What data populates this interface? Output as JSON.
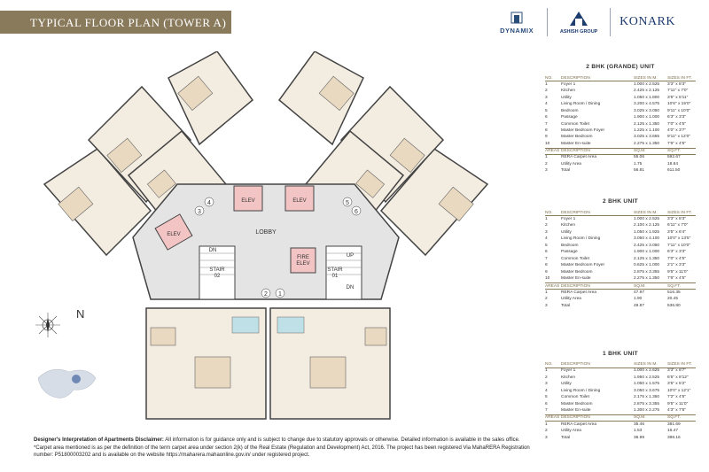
{
  "title": "TYPICAL FLOOR PLAN (TOWER A)",
  "logos": {
    "dynamix": "DYNAMIX",
    "ashish": "ASHISH GROUP",
    "konark": "KONARK"
  },
  "plan": {
    "lobby": "LOBBY",
    "elev": "ELEV",
    "fire_elev_1": "FIRE",
    "fire_elev_2": "ELEV",
    "stair_02_1": "STAIR",
    "stair_02_2": "02",
    "stair_01_1": "STAIR",
    "stair_01_2": "01",
    "dn": "DN",
    "up": "UP",
    "units": [
      "1",
      "2",
      "3",
      "4",
      "5",
      "6"
    ],
    "compass": "N"
  },
  "col_headers": {
    "no": "NO.",
    "desc": "DESCRIPTION",
    "sm": "SIZES IN M.",
    "sf": "SIZES IN FT.",
    "areas": "AREAS",
    "sqm": "SQ.M.",
    "sqft": "SQ.FT."
  },
  "units": [
    {
      "title": "2 BHK (GRANDE) UNIT",
      "rooms": [
        [
          "1",
          "Foyer 1",
          "1.000 x 2.525",
          "3'3\" x 8'3\""
        ],
        [
          "2",
          "Kitchen",
          "2.425 x 2.125",
          "7'11\" x 7'0\""
        ],
        [
          "3",
          "Utility",
          "1.050 x 1.800",
          "3'5\" x 5'11\""
        ],
        [
          "4",
          "Living Room / Dining",
          "3.200 x 4.575",
          "10'6\" x 15'0\""
        ],
        [
          "5",
          "Bedroom",
          "3.025 x 3.050",
          "9'11\" x 10'0\""
        ],
        [
          "6",
          "Passage",
          "1.900 x 1.000",
          "6'3\" x 3'3\""
        ],
        [
          "7",
          "Common Toilet",
          "2.125 x 1.350",
          "7'0\" x 4'5\""
        ],
        [
          "8",
          "Master Bedroom Foyer",
          "1.225 x 1.100",
          "4'0\" x 3'7\""
        ],
        [
          "9",
          "Master Bedroom",
          "3.025 x 3.655",
          "9'11\" x 12'0\""
        ],
        [
          "10",
          "Master En-suite",
          "2.275 x 1.350",
          "7'6\" x 4'5\""
        ]
      ],
      "areas": [
        [
          "1",
          "RERA Carpet Area",
          "55.06",
          "592.67"
        ],
        [
          "2",
          "Utility Area",
          "1.75",
          "18.84"
        ],
        [
          "3",
          "Total",
          "56.81",
          "611.50"
        ]
      ]
    },
    {
      "title": "2 BHK UNIT",
      "rooms": [
        [
          "1",
          "Foyer 1",
          "1.000 x 2.525",
          "3'3\" x 8'3\""
        ],
        [
          "2",
          "Kitchen",
          "2.100 x 2.125",
          "6'11\" x 7'0\""
        ],
        [
          "3",
          "Utility",
          "1.050 x 1.925",
          "3'5\" x 6'4\""
        ],
        [
          "4",
          "Living Room / Dining",
          "3.050 x 4.100",
          "10'0\" x 13'5\""
        ],
        [
          "5",
          "Bedroom",
          "2.425 x 3.050",
          "7'11\" x 10'0\""
        ],
        [
          "6",
          "Passage",
          "1.900 x 1.000",
          "6'3\" x 3'3\""
        ],
        [
          "7",
          "Common Toilet",
          "2.125 x 1.350",
          "7'0\" x 4'5\""
        ],
        [
          "8",
          "Master Bedroom Foyer",
          "0.625 x 1.000",
          "2'1\" x 3'3\""
        ],
        [
          "9",
          "Master Bedroom",
          "2.875 x 3.355",
          "9'5\" x 11'0\""
        ],
        [
          "10",
          "Master En-suite",
          "2.275 x 1.350",
          "7'6\" x 4'5\""
        ]
      ],
      "areas": [
        [
          "1",
          "RERA Carpet Area",
          "47.97",
          "516.35"
        ],
        [
          "2",
          "Utility Area",
          "1.90",
          "20.45"
        ],
        [
          "3",
          "Total",
          "49.87",
          "536.80"
        ]
      ]
    },
    {
      "title": "1 BHK UNIT",
      "rooms": [
        [
          "1",
          "Foyer 1",
          "1.000 x 2.625",
          "3'3\" x 8'7\""
        ],
        [
          "2",
          "Kitchen",
          "1.950 x 2.525",
          "6'5\" x 8'12\""
        ],
        [
          "3",
          "Utility",
          "1.050 x 1.575",
          "3'5\" x 5'2\""
        ],
        [
          "4",
          "Living Room / Dining",
          "3.050 x 3.675",
          "10'0\" x 12'1\""
        ],
        [
          "5",
          "Common Toilet",
          "2.175 x 1.350",
          "7'2\" x 4'5\""
        ],
        [
          "6",
          "Master Bedroom",
          "2.875 x 3.355",
          "9'5\" x 11'0\""
        ],
        [
          "7",
          "Master En-suite",
          "1.300 x 2.275",
          "4'3\" x 7'6\""
        ]
      ],
      "areas": [
        [
          "1",
          "RERA Carpet Area",
          "35.46",
          "381.69"
        ],
        [
          "2",
          "Utility Area",
          "1.53",
          "16.47"
        ],
        [
          "3",
          "Total",
          "36.99",
          "398.16"
        ]
      ]
    }
  ],
  "disclaimer": {
    "bold_lead": "Designer's Interpretation of Apartments Disclaimer:",
    "text": " All information is for guidance only and is subject to change due to statutory approvals or otherwise. Detailed information is available in the sales office. *Carpet area mentioned is as per the definition of the term carpet area under section 2(k) of the Real Estate (Regulation and Development) Act, 2016. The project has been registered Via MahaRERA Registration number: P51800003202 and is available on the website https://maharera.mahaonline.gov.in/ under registered project."
  }
}
